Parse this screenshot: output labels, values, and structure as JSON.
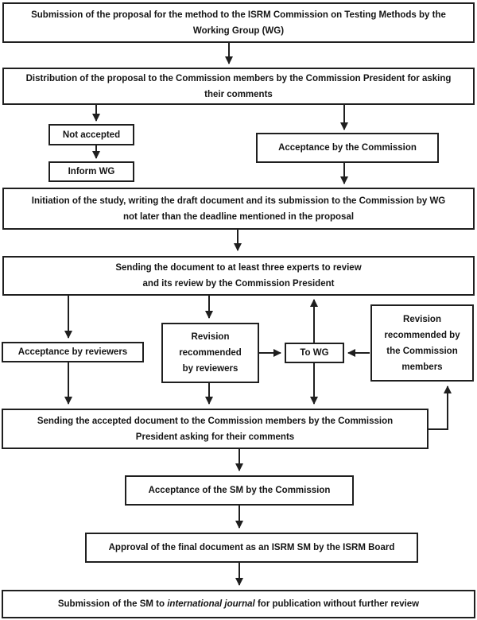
{
  "diagram": {
    "description": "Flowchart of the ISRM suggested method (SM) proposal, review and approval process",
    "nodes": {
      "submission_proposal": {
        "lines": [
          "Submission of the proposal for the method to the ISRM Commission on Testing Methods by the",
          "Working Group (WG)"
        ]
      },
      "distribution_proposal": {
        "lines": [
          "Distribution of the proposal to the Commission members by the Commission President for asking",
          "their comments"
        ]
      },
      "not_accepted": {
        "lines": [
          "Not accepted"
        ]
      },
      "inform_wg": {
        "lines": [
          "Inform WG"
        ]
      },
      "acceptance_commission": {
        "lines": [
          "Acceptance by the Commission"
        ]
      },
      "initiation_study": {
        "lines": [
          "Initiation of the study, writing the draft document and its submission to the Commission by WG",
          "not later than the deadline mentioned in the proposal"
        ]
      },
      "sending_experts": {
        "lines": [
          "Sending the document to at least three experts to review",
          "and its review by the Commission President"
        ]
      },
      "acceptance_reviewers": {
        "lines": [
          "Acceptance by reviewers"
        ]
      },
      "revision_reviewers": {
        "lines": [
          "Revision",
          "recommended",
          "by reviewers"
        ]
      },
      "to_wg": {
        "lines": [
          "To WG"
        ]
      },
      "revision_members": {
        "lines": [
          "Revision",
          "recommended by",
          "the Commission",
          "members"
        ]
      },
      "sending_accepted": {
        "lines": [
          "Sending the accepted document to the Commission members by the Commission",
          "President  asking for their comments"
        ]
      },
      "acceptance_sm": {
        "lines": [
          "Acceptance of the SM by the Commission"
        ]
      },
      "approval_final": {
        "lines": [
          "Approval of the final document as an ISRM SM by the ISRM Board"
        ]
      },
      "submission_journal": {
        "prefix": "Submission of the SM to ",
        "italic": "international journal",
        "suffix": " for publication without further review"
      }
    },
    "edges": [
      {
        "from": "submission_proposal",
        "to": "distribution_proposal"
      },
      {
        "from": "distribution_proposal",
        "to": "not_accepted"
      },
      {
        "from": "not_accepted",
        "to": "inform_wg"
      },
      {
        "from": "distribution_proposal",
        "to": "acceptance_commission"
      },
      {
        "from": "acceptance_commission",
        "to": "initiation_study"
      },
      {
        "from": "initiation_study",
        "to": "sending_experts"
      },
      {
        "from": "sending_experts",
        "to": "acceptance_reviewers"
      },
      {
        "from": "sending_experts",
        "to": "revision_reviewers"
      },
      {
        "from": "revision_reviewers",
        "to": "to_wg"
      },
      {
        "from": "revision_members",
        "to": "to_wg"
      },
      {
        "from": "to_wg",
        "to": "sending_experts"
      },
      {
        "from": "to_wg",
        "to": "sending_accepted"
      },
      {
        "from": "acceptance_reviewers",
        "to": "sending_accepted"
      },
      {
        "from": "revision_reviewers",
        "to": "sending_accepted"
      },
      {
        "from": "sending_accepted",
        "to": "revision_members"
      },
      {
        "from": "sending_accepted",
        "to": "acceptance_sm"
      },
      {
        "from": "acceptance_sm",
        "to": "approval_final"
      },
      {
        "from": "approval_final",
        "to": "submission_journal"
      }
    ]
  }
}
